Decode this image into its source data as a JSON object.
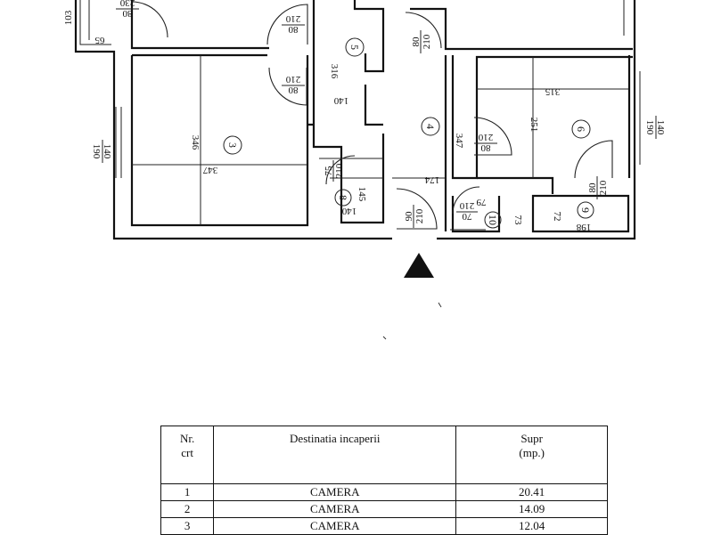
{
  "plan": {
    "rooms": [
      {
        "num": "3",
        "length": "346",
        "width": "347"
      },
      {
        "num": "4",
        "length": "347",
        "width": "174"
      },
      {
        "num": "5",
        "length": "316",
        "width": "140"
      },
      {
        "num": "6",
        "length": "251",
        "width": "315"
      },
      {
        "num": "8",
        "length": "145",
        "width": "140"
      },
      {
        "num": "9",
        "length": "72",
        "width": "198"
      },
      {
        "num": "10",
        "length": "73",
        "width": "79"
      }
    ],
    "doors": [
      {
        "size": "80",
        "height": "230"
      },
      {
        "size": "80",
        "height": "210"
      },
      {
        "size": "80",
        "height": "210"
      },
      {
        "size": "80",
        "height": "210"
      },
      {
        "size": "80",
        "height": "210"
      },
      {
        "size": "75",
        "height": "210"
      },
      {
        "size": "90",
        "height": "210"
      },
      {
        "size": "70",
        "height": "210"
      },
      {
        "size": "80",
        "height": "210"
      }
    ],
    "windows": [
      {
        "width": "140",
        "height": "190"
      },
      {
        "width": "140",
        "height": "190"
      }
    ],
    "misc_dims": [
      "103",
      "65"
    ]
  },
  "table": {
    "headers": {
      "nr_line1": "Nr.",
      "nr_line2": "crt",
      "destination": "Destinatia incaperii",
      "area_line1": "Supr",
      "area_line2": "(mp.)"
    },
    "rows": [
      {
        "nr": "1",
        "name": "CAMERA",
        "area": "20.41"
      },
      {
        "nr": "2",
        "name": "CAMERA",
        "area": "14.09"
      },
      {
        "nr": "3",
        "name": "CAMERA",
        "area": "12.04"
      }
    ]
  }
}
